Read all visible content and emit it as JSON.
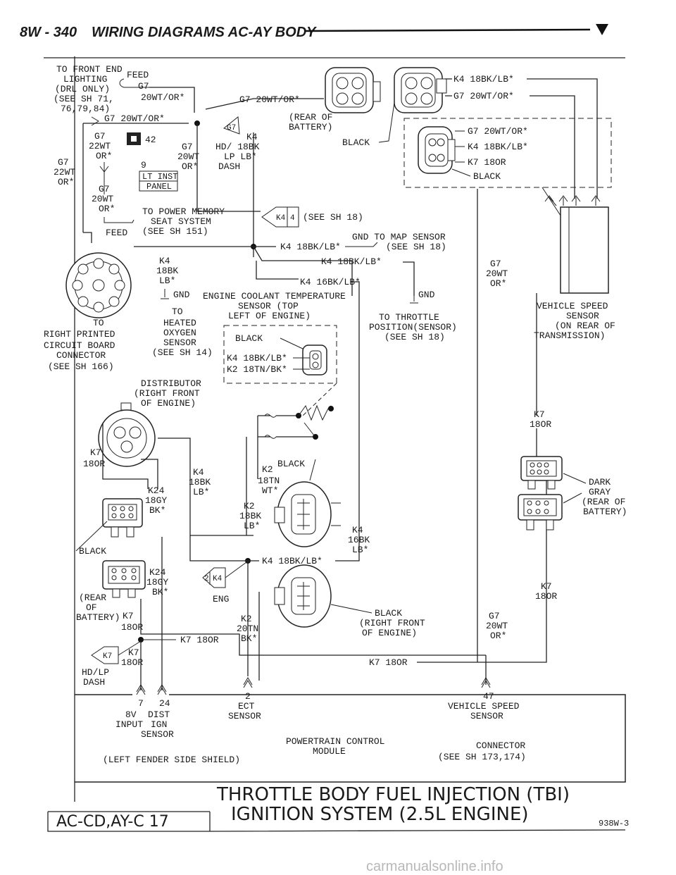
{
  "header": {
    "page_code": "8W - 340",
    "section": "WIRING DIAGRAMS AC-AY BODY"
  },
  "labels": {
    "front_end_lighting": [
      "TO FRONT END",
      "LIGHTING",
      "(DRL ONLY)",
      "(SEE SH 71,",
      "76,79,84)"
    ],
    "feed_top": "FEED",
    "g7_top": "G7",
    "g7_top_color": "20WT/OR*",
    "g7_splice": "G7 20WT/OR*",
    "fuse_num": "42",
    "g7_left1": [
      "G7",
      "22WT",
      "OR*"
    ],
    "g7_left2": [
      "G7",
      "22WT",
      "OR*"
    ],
    "g7_nine": "9",
    "g7_left3": [
      "G7",
      "20WT",
      "OR*"
    ],
    "lt_inst_panel": [
      "LT INST",
      "PANEL"
    ],
    "g7_mid": [
      "G7",
      "20WT",
      "OR*"
    ],
    "k4_hd": [
      "K4",
      "HD/ 18BK",
      "LP   LB*",
      "DASH"
    ],
    "g7_tag": "G7",
    "rear_battery_top": [
      "(REAR OF",
      "BATTERY)"
    ],
    "black_top": "BLACK",
    "g7_conn_top": "G7 20WT/OR*",
    "k4_right_top": "K4 18BK/LB*",
    "g7_right_top": "G7 20WT/OR*",
    "dash_g7": "G7 20WT/OR*",
    "dash_k4": "K4 18BK/LB*",
    "dash_k7": "K7 18OR",
    "dash_black": "BLACK",
    "power_memory": [
      "TO POWER MEMORY",
      "SEAT SYSTEM",
      "(SEE SH 151)"
    ],
    "feed_mid": "FEED",
    "k4_tag": "K4",
    "k4_tag_num": "4",
    "see_sh18_a": "(SEE SH 18)",
    "map_sensor": [
      "GND   TO MAP SENSOR",
      "(SEE SH 18)"
    ],
    "k4_main": "K4 18BK/LB*",
    "k4_main2": "K4 18BK/LB*",
    "k4_under_splice": [
      "K4",
      "18BK",
      "LB*"
    ],
    "k4_16bk": "K4 16BK/LB*",
    "gnd_left": "GND",
    "ecs": [
      "ENGINE COOLANT TEMPERATURE",
      "SENSOR (TOP",
      "LEFT OF ENGINE)"
    ],
    "o2_sensor": [
      "TO",
      "HEATED",
      "OXYGEN",
      "SENSOR",
      "(SEE SH 14)"
    ],
    "rpcb": [
      "TO",
      "RIGHT PRINTED",
      "CIRCUIT BOARD",
      "CONNECTOR",
      "(SEE SH 166)"
    ],
    "ecs_black": "BLACK",
    "ecs_k4": "K4 18BK/LB*",
    "ecs_k2": "K2 18TN/BK*",
    "g7_right_mid": [
      "G7",
      "20WT",
      "OR*"
    ],
    "gnd_right": "GND",
    "tps": [
      "TO THROTTLE",
      "POSITION(SENSOR)",
      "(SEE SH 18)"
    ],
    "vss": [
      "VEHICLE SPEED",
      "SENSOR",
      "(ON REAR OF",
      "TRANSMISSION)"
    ],
    "distributor": [
      "DISTRIBUTOR",
      "(RIGHT FRONT",
      "OF ENGINE)"
    ],
    "k7_dist": [
      "K7",
      "18OR"
    ],
    "k4_dist": [
      "K4",
      "18BK",
      "LB*"
    ],
    "k24_a": [
      "K24",
      "18GY",
      "BK*"
    ],
    "k2_a": [
      "K2",
      "18TN",
      "WT*"
    ],
    "black_mid": "BLACK",
    "k2_b": [
      "K2",
      "18BK",
      "LB*"
    ],
    "k4_16bk_b": [
      "K4",
      "16BK",
      "LB*"
    ],
    "k7_right": [
      "K7",
      "18OR"
    ],
    "dark_gray": [
      "DARK",
      "GRAY",
      "(REAR OF",
      "BATTERY)"
    ],
    "black_left": "BLACK",
    "k4_bottom": "K4 18BK/LB*",
    "k24_b": [
      "K24",
      "18GY",
      "BK*"
    ],
    "k4_tag2_num": "2",
    "k4_tag2": "K4",
    "eng": "ENG",
    "rear_batt_left": [
      "(REAR",
      "OF",
      "BATTERY)"
    ],
    "k7_left": [
      "K7",
      "18OR"
    ],
    "k7_18or_a": "K7 18OR",
    "k7_tag": "K7",
    "k7_left2": [
      "K7",
      "18OR"
    ],
    "hd_lp_dash": [
      "HD/LP",
      "DASH"
    ],
    "k2_20tn": [
      "K2",
      "20TN",
      "BK*"
    ],
    "black_rf": [
      "BLACK",
      "(RIGHT FRONT",
      "OF ENGINE)"
    ],
    "g7_bottom": [
      "G7",
      "20WT",
      "OR*"
    ],
    "k7_right2": [
      "K7",
      "18OR"
    ],
    "k7_18or_b": "K7 18OR",
    "pin_7": "7",
    "pin_8v": [
      "8V",
      "INPUT"
    ],
    "pin_24": "24",
    "pin_dist": [
      "DIST",
      "IGN",
      "SENSOR"
    ],
    "pin_2": "2",
    "pin_ect": [
      "ECT",
      "SENSOR"
    ],
    "pcm": [
      "POWERTRAIN CONTROL",
      "MODULE"
    ],
    "pin_47": "47",
    "pin_vss": [
      "VEHICLE SPEED",
      "SENSOR"
    ],
    "vss_conn": [
      "CONNECTOR",
      "(SEE SH 173,174)"
    ],
    "shield": "(LEFT FENDER SIDE SHIELD)"
  },
  "footer": {
    "title_line1": "THROTTLE BODY FUEL INJECTION (TBI)",
    "title_line2": "IGNITION SYSTEM (2.5L ENGINE)",
    "page_ref": "AC-CD,AY-C 17",
    "figure_code": "938W-3"
  },
  "watermark": "carmanualsonline.info"
}
